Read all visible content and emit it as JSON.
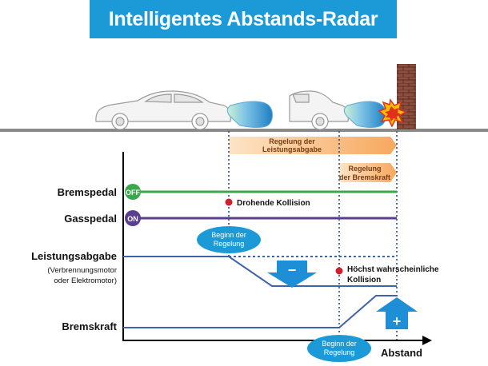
{
  "title": "Intelligentes Abstands-Radar",
  "labels": {
    "bremspedal": "Bremspedal",
    "gaspedal": "Gasspedal",
    "leistungsabgabe": "Leistungsabgabe",
    "leistungsabgabe_sub1": "(Verbrennungsmotor",
    "leistungsabgabe_sub2": "oder Elektromotor)",
    "bremskraft": "Bremskraft",
    "abstand": "Abstand"
  },
  "badges": {
    "off": "OFF",
    "on": "ON"
  },
  "annotations": {
    "drohende_kollision": "Drohende Kollision",
    "hoechst_line1": "Höchst wahrscheinliche",
    "hoechst_line2": "Kollision"
  },
  "banners": {
    "regelung_leistung_line1": "Regelung der",
    "regelung_leistung_line2": "Leistungsabgabe",
    "regelung_brems_line1": "Regelung",
    "regelung_brems_line2": "der Bremskraft"
  },
  "bubbles": {
    "beginn1_line1": "Beginn der",
    "beginn1_line2": "Regelung",
    "beginn2_line1": "Beginn der",
    "beginn2_line2": "Regelung"
  },
  "arrows": {
    "minus": "−",
    "plus": "+"
  },
  "colors": {
    "title_bg": "#1b9ad7",
    "green": "#39a84a",
    "purple": "#5b3f8f",
    "blue": "#3f62ad",
    "light_blue": "#1b9ad7",
    "orange": "#f7b97a",
    "red": "#d0202e"
  }
}
